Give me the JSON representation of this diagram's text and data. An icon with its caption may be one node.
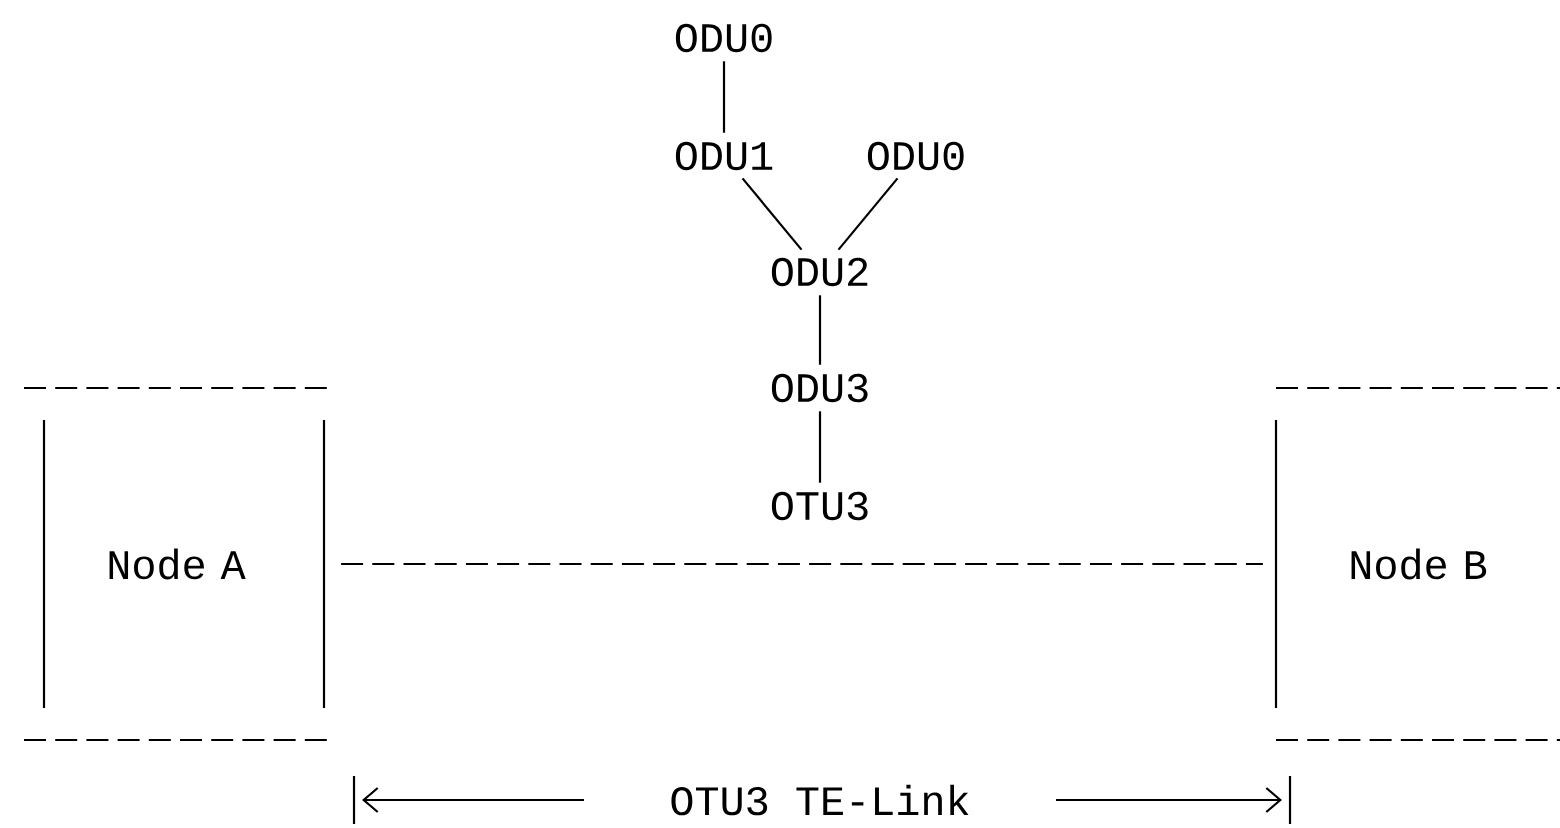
{
  "diagram": {
    "nodes": [
      {
        "text": [
          "ODU0"
        ]
      },
      {
        "text": [
          "ODU1"
        ]
      },
      {
        "text": [
          "ODU0"
        ]
      },
      {
        "text": [
          "ODU2"
        ]
      },
      {
        "text": [
          "ODU3"
        ]
      },
      {
        "text": [
          "OTU3"
        ]
      },
      {
        "text": [
          "Node A"
        ]
      },
      {
        "text": [
          "Node B"
        ]
      }
    ],
    "edges": [
      {
        "from": 0,
        "to": 1,
        "arrow": "none"
      },
      {
        "from": 1,
        "to": 3,
        "arrow": "none"
      },
      {
        "from": 2,
        "to": 3,
        "arrow": "none"
      },
      {
        "from": 3,
        "to": 4,
        "arrow": "none"
      },
      {
        "from": 4,
        "to": 5,
        "arrow": "none"
      },
      {
        "from": 6,
        "to": 7,
        "arrow": "none",
        "style": "dashed"
      }
    ],
    "labels": [
      "OTU3 TE-Link"
    ]
  }
}
